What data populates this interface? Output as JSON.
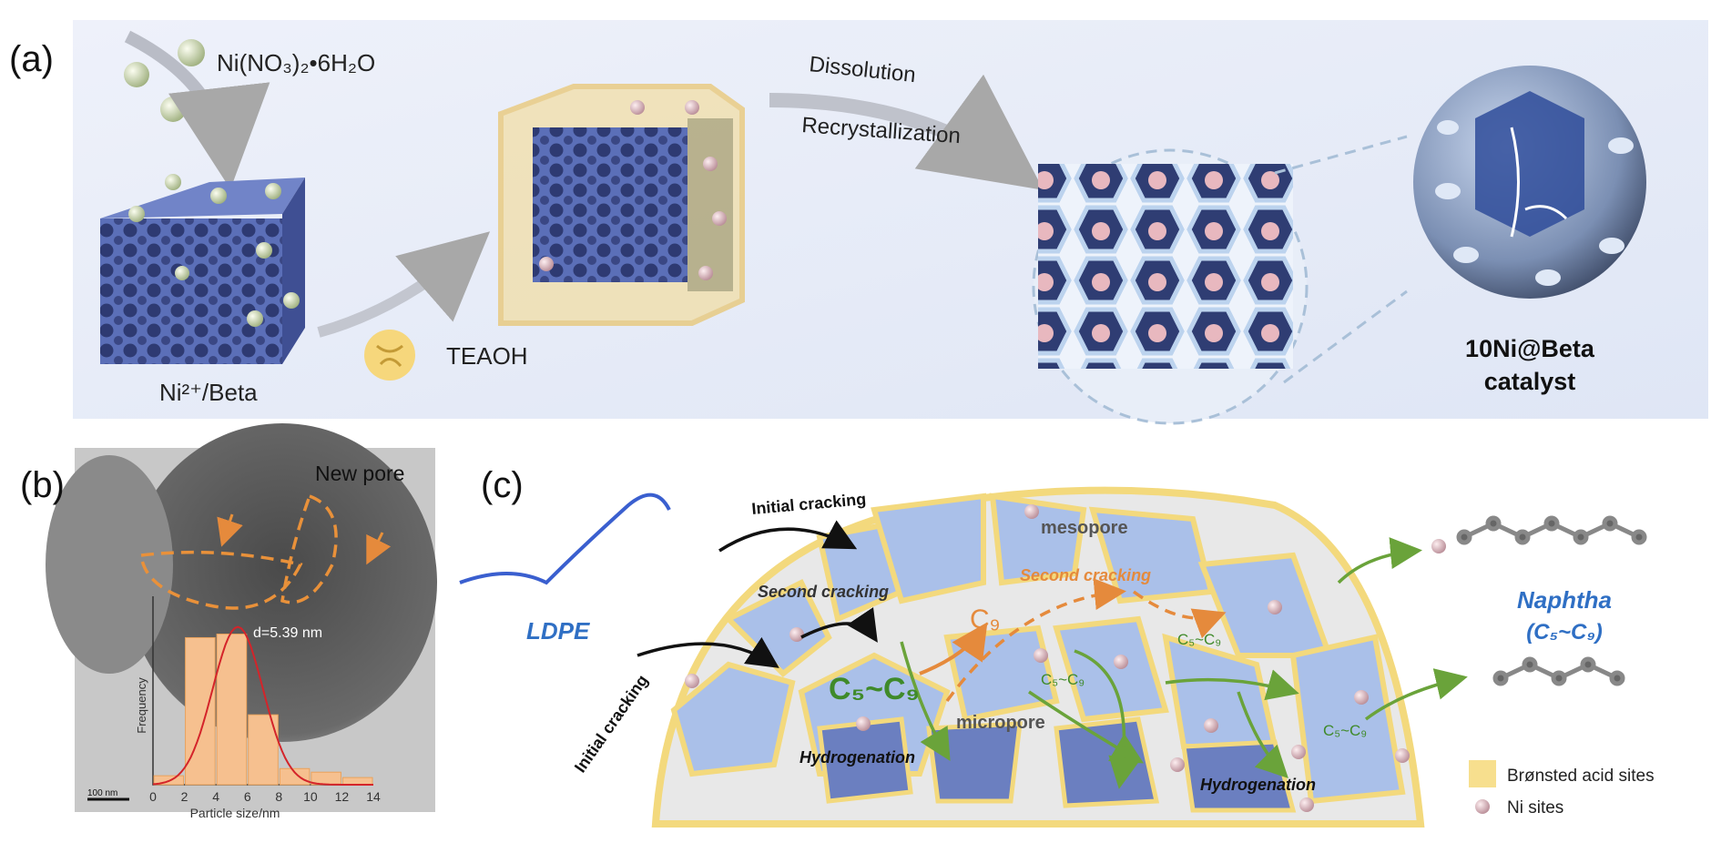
{
  "panel_a": {
    "label": "(a)",
    "precursor_formula": "Ni(NO₃)₂•6H₂O",
    "support_label": "Ni²⁺/Beta",
    "template_label": "TEAOH",
    "step_1": "Dissolution",
    "step_2": "Recrystallization",
    "product_line_1": "10Ni@Beta",
    "product_line_2": "catalyst"
  },
  "panel_b": {
    "label": "(b)",
    "pore_label": "New pore",
    "mean_size_label": "d=5.39 nm",
    "scale_bar_label": "100 nm",
    "x_axis_label": "Particle size/nm",
    "y_axis_label": "Frequency",
    "x_ticks": [
      "0",
      "2",
      "4",
      "6",
      "8",
      "10",
      "12",
      "14"
    ],
    "histogram": {
      "bin_edges_nm": [
        0,
        2,
        4,
        6,
        8,
        10,
        12,
        14
      ],
      "relative_counts": [
        0.05,
        0.82,
        0.84,
        0.39,
        0.09,
        0.07,
        0.04
      ],
      "fit_peak_nm": 5.39
    }
  },
  "panel_c": {
    "label": "(c)",
    "feed_label": "LDPE",
    "initial_cracking_top": "Initial cracking",
    "initial_cracking_left": "Initial cracking",
    "second_cracking_left": "Second cracking",
    "second_cracking_right": "Second cracking",
    "mesopore_label": "mesopore",
    "micropore_label": "micropore",
    "c9_label": "C₉",
    "c5c9_large": "C₅~C₉",
    "c5c9_small": "C₅~C₉",
    "hydrogenation_label": "Hydrogenation",
    "product_line_1": "Naphtha",
    "product_line_2": "(C₅~C₉)",
    "legend_acid": "Brønsted acid sites",
    "legend_ni": "Ni sites",
    "colors": {
      "acid_site": "#f7df8e",
      "ni_site": "#d8a8b2",
      "zeolite": "#a9bde8",
      "micropore": "#6b7fc0",
      "product_text": "#2f6fc4",
      "second_cracking": "#e58a3c",
      "c5c9_text": "#3f8a2a"
    }
  }
}
